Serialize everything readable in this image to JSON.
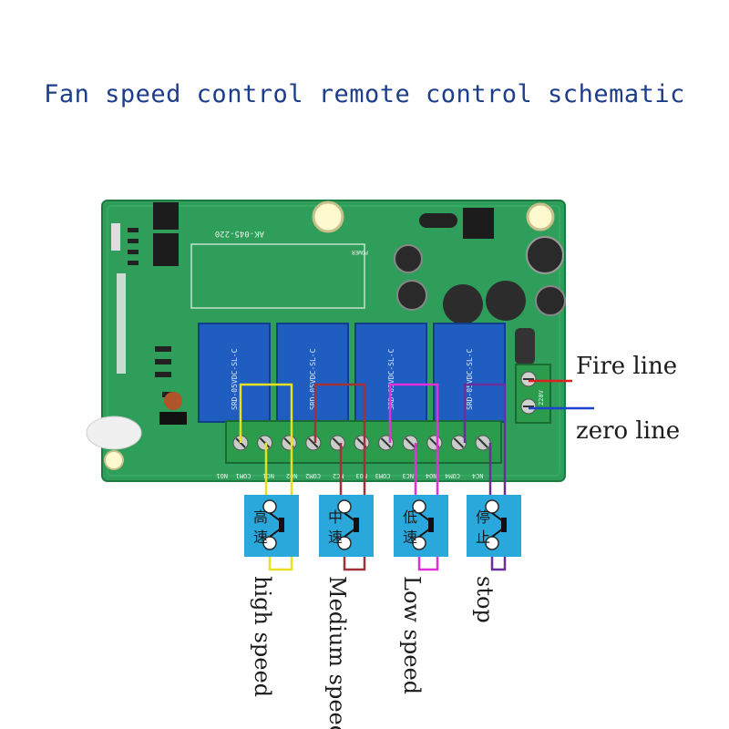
{
  "title": "Fan speed control remote control schematic",
  "board": {
    "model_text": "AK-045-220",
    "power_text": "POWER",
    "ac_text": "220V",
    "relay_text": "SRD-05VDC-SL-C",
    "terminal_labels": [
      "NO1",
      "COM1",
      "NC1",
      "NO2",
      "COM2",
      "NC2",
      "NO3",
      "COM3",
      "NC3",
      "NO4",
      "COM4",
      "NC4"
    ]
  },
  "wire_labels": {
    "fire": "Fire line",
    "zero": "zero line"
  },
  "buttons": [
    {
      "chars": [
        "高",
        "速"
      ],
      "caption": "high speed",
      "wire_color": "#e8e021"
    },
    {
      "chars": [
        "中",
        "速"
      ],
      "caption": "Medium speed",
      "wire_color": "#a0323c"
    },
    {
      "chars": [
        "低",
        "速"
      ],
      "caption": "Low speed",
      "wire_color": "#e030d8"
    },
    {
      "chars": [
        "停",
        "止"
      ],
      "caption": "stop",
      "wire_color": "#6a2e9a"
    }
  ],
  "colors": {
    "pcb": "#2f9e5a",
    "relay": "#1f5ec0",
    "terminal": "#2a9c4c",
    "button_bg": "#2aa8dc",
    "fire_wire": "#e02020",
    "zero_wire": "#1f3fd0"
  }
}
